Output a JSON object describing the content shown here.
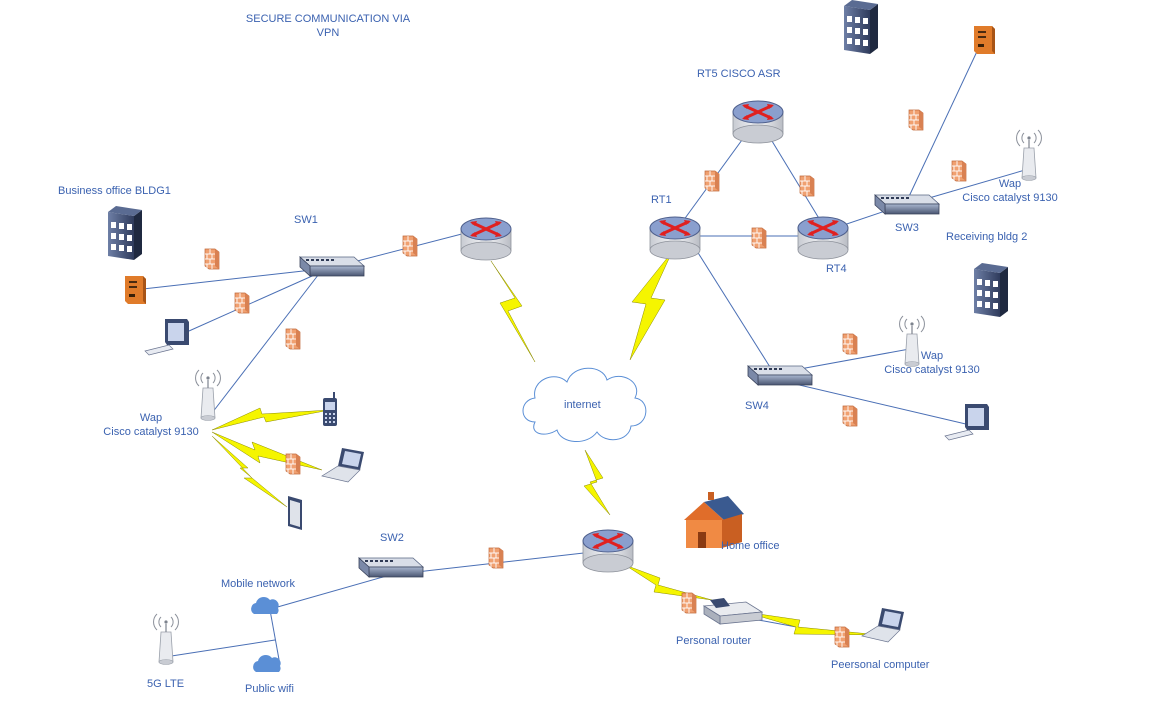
{
  "title": "SECURE COMMUNICATION VIA VPN",
  "labels": {
    "title_line1": "SECURE COMMUNICATION VIA",
    "title_line2": "VPN",
    "rt5": "RT5 CISCO ASR",
    "business_office": "Business office BLDG1",
    "sw1": "SW1",
    "rt1": "RT1",
    "rt4": "RT4",
    "sw3": "SW3",
    "receiving_bldg": "Receiving bldg 2",
    "wap_right_top_1": "Wap",
    "wap_right_top_2": "Cisco catalyst 9130",
    "wap_right_mid_1": "Wap",
    "wap_right_mid_2": "Cisco catalyst 9130",
    "wap_left_1": "Wap",
    "wap_left_2": "Cisco catalyst 9130",
    "sw4": "SW4",
    "internet": "internet",
    "home_office": "Home office",
    "sw2": "SW2",
    "mobile_network": "Mobile network",
    "lte": "5G LTE",
    "public_wifi": "Public wifi",
    "personal_router": "Personal router",
    "personal_computer": "Peersonal computer"
  },
  "colors": {
    "label": "#3b62b0",
    "link": "#4a6fb5",
    "lightning": "#f5f500",
    "firewall": "#f0a070",
    "router_top": "#8a9fce",
    "router_arrow": "#e02020",
    "cloud_icon": "#5b8fd6"
  }
}
